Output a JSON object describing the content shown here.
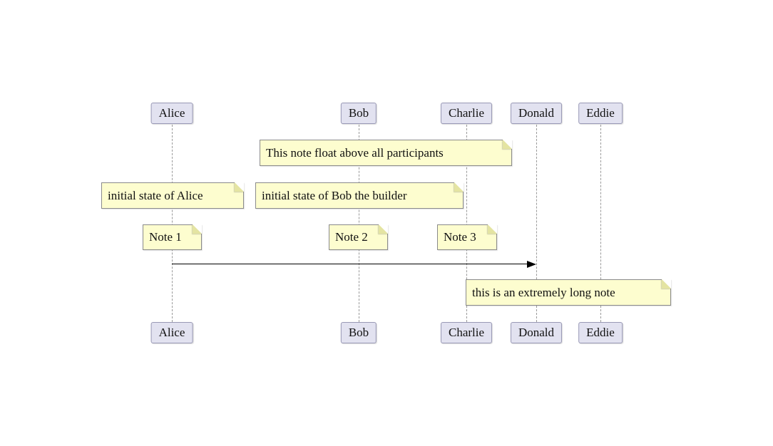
{
  "diagram": {
    "type": "sequence-diagram",
    "participants": [
      {
        "label": "Alice"
      },
      {
        "label": "Bob"
      },
      {
        "label": "Charlie"
      },
      {
        "label": "Donald"
      },
      {
        "label": "Eddie"
      }
    ],
    "notes": [
      {
        "text": "This note float above all participants"
      },
      {
        "text": "initial state of Alice"
      },
      {
        "text": "initial state of Bob the builder"
      },
      {
        "text": "Note 1"
      },
      {
        "text": "Note 2"
      },
      {
        "text": "Note 3"
      },
      {
        "text": "this is an extremely long note"
      }
    ],
    "messages": [
      {
        "from": "Alice",
        "to": "Donald",
        "label": ""
      }
    ],
    "colors": {
      "participant_bg": "#E2E2F0",
      "participant_border": "#9898B5",
      "note_bg": "#FDFDCF",
      "note_border": "#8A8A8A",
      "lifeline": "#9A9A9A",
      "arrow": "#000000"
    }
  }
}
